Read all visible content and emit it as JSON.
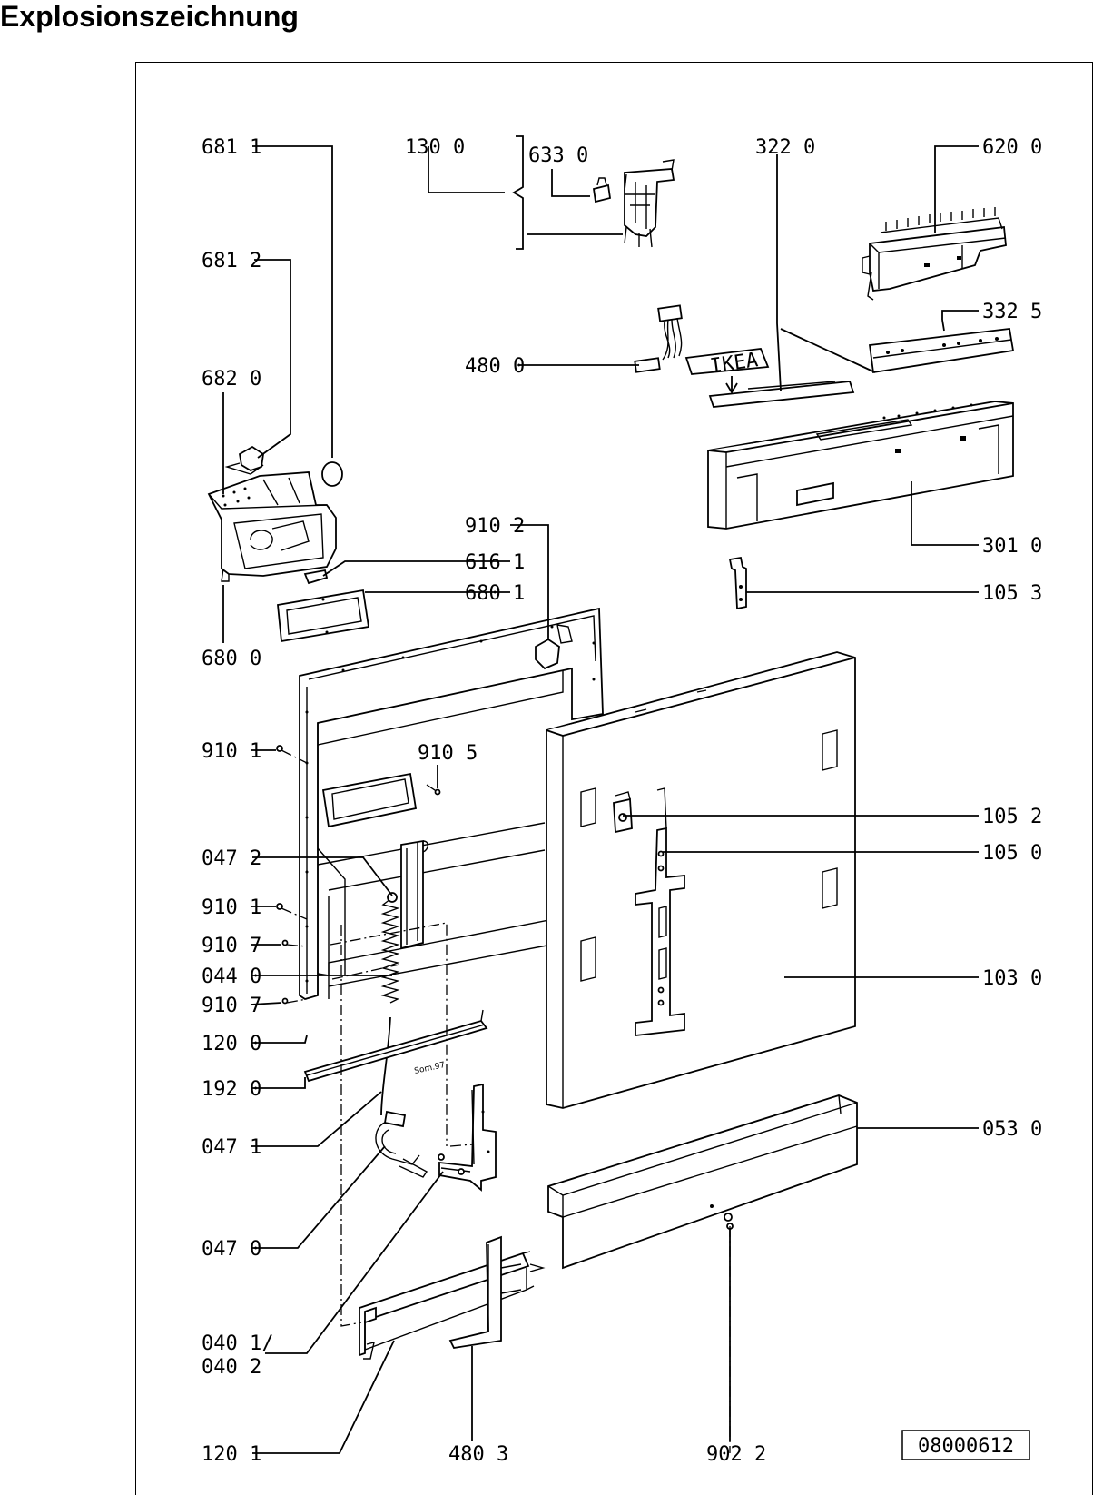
{
  "title": "Explosionszeichnung",
  "drawing_number": "08000612",
  "parts": [
    {
      "id": "681-1",
      "label": "681 1"
    },
    {
      "id": "130-0",
      "label": "130 0"
    },
    {
      "id": "633-0",
      "label": "633 0"
    },
    {
      "id": "322-0",
      "label": "322 0"
    },
    {
      "id": "620-0",
      "label": "620 0"
    },
    {
      "id": "681-2",
      "label": "681 2"
    },
    {
      "id": "332-5",
      "label": "332 5"
    },
    {
      "id": "480-0",
      "label": "480 0"
    },
    {
      "id": "682-0",
      "label": "682 0"
    },
    {
      "id": "910-2",
      "label": "910 2"
    },
    {
      "id": "301-0",
      "label": "301 0"
    },
    {
      "id": "616-1",
      "label": "616 1"
    },
    {
      "id": "105-3",
      "label": "105 3"
    },
    {
      "id": "680-1",
      "label": "680 1"
    },
    {
      "id": "680-0",
      "label": "680 0"
    },
    {
      "id": "910-1a",
      "label": "910 1"
    },
    {
      "id": "910-5",
      "label": "910 5"
    },
    {
      "id": "105-2",
      "label": "105 2"
    },
    {
      "id": "105-0",
      "label": "105 0"
    },
    {
      "id": "047-2",
      "label": "047 2"
    },
    {
      "id": "910-1b",
      "label": "910 1"
    },
    {
      "id": "910-7a",
      "label": "910 7"
    },
    {
      "id": "044-0",
      "label": "044 0"
    },
    {
      "id": "103-0",
      "label": "103 0"
    },
    {
      "id": "910-7b",
      "label": "910 7"
    },
    {
      "id": "120-0",
      "label": "120 0"
    },
    {
      "id": "192-0",
      "label": "192 0"
    },
    {
      "id": "053-0",
      "label": "053 0"
    },
    {
      "id": "047-1",
      "label": "047 1"
    },
    {
      "id": "047-0",
      "label": "047 0"
    },
    {
      "id": "040-1",
      "label": "040 1/"
    },
    {
      "id": "040-2",
      "label": "040 2"
    },
    {
      "id": "120-1",
      "label": "120 1"
    },
    {
      "id": "480-3",
      "label": "480 3"
    },
    {
      "id": "902-2",
      "label": "902 2"
    }
  ],
  "sticker_text": "IKEA",
  "stamp_text": "Som.97"
}
